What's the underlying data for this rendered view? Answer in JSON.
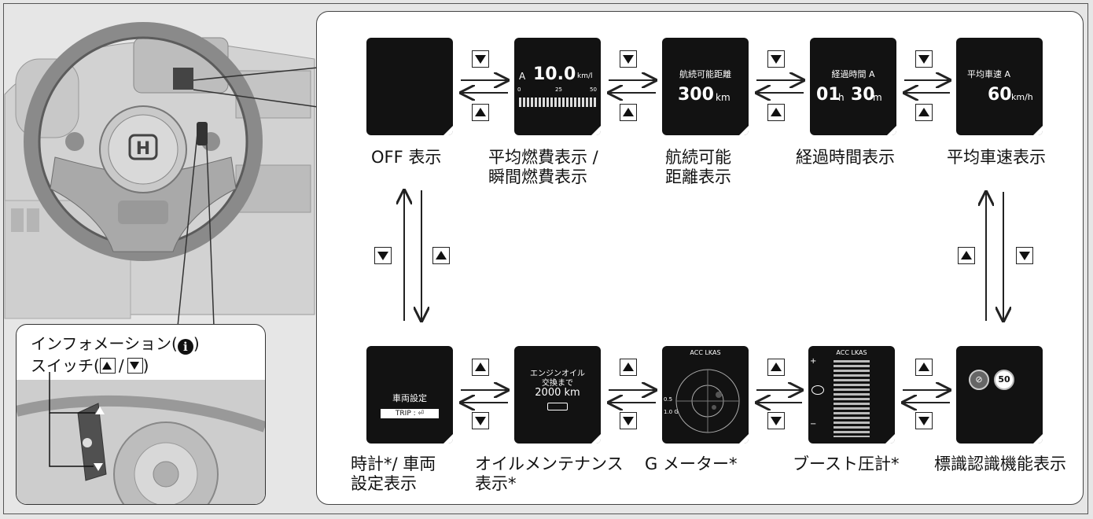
{
  "flow": {
    "top": [
      {
        "id": "off",
        "caption": [
          "OFF 表示"
        ]
      },
      {
        "id": "fuel",
        "caption": [
          "平均燃費表示 /",
          "瞬間燃費表示"
        ],
        "screen": {
          "label": "A",
          "value": "10.0",
          "unit": "km/l",
          "scale": [
            "0",
            "25",
            "50"
          ]
        }
      },
      {
        "id": "range",
        "caption": [
          "航続可能",
          "距離表示"
        ],
        "screen": {
          "title": "航続可能距離",
          "value": "300",
          "unit": "km"
        }
      },
      {
        "id": "elapsed",
        "caption": [
          "経過時間表示"
        ],
        "screen": {
          "title": "経過時間 A",
          "hours": "01",
          "h_unit": "h",
          "minutes": "30",
          "m_unit": "m"
        }
      },
      {
        "id": "speed",
        "caption": [
          "平均車速表示"
        ],
        "screen": {
          "title": "平均車速 A",
          "value": "60",
          "unit": "km/h"
        }
      }
    ],
    "bottom": [
      {
        "id": "clock",
        "caption": [
          "時計*/ 車両",
          "設定表示"
        ],
        "screen": {
          "title": "車両設定",
          "button": "TRIP : ⏎"
        }
      },
      {
        "id": "oil",
        "caption": [
          "オイルメンテナンス",
          "表示*"
        ],
        "screen": {
          "line1": "エンジンオイル",
          "line2": "交換まで",
          "value": "2000 km"
        }
      },
      {
        "id": "gmeter",
        "caption": [
          "G メーター*"
        ],
        "screen": {
          "header": "ACC  LKAS",
          "tick1": "0.5",
          "tick2": "1.0 G"
        }
      },
      {
        "id": "boost",
        "caption": [
          "ブースト圧計*"
        ],
        "screen": {
          "header": "ACC  LKAS",
          "plus": "+",
          "minus": "−"
        }
      },
      {
        "id": "sign",
        "caption": [
          "標識認識機能表示"
        ],
        "screen": {
          "limit": "50"
        }
      }
    ]
  },
  "callout": {
    "line1": "インフォメーション(",
    "line1_end": ")",
    "info_glyph": "i",
    "line2": "スイッチ(",
    "sep": "/",
    "line2_end": ")"
  },
  "icons": [
    "up-button-icon",
    "down-button-icon",
    "info-icon",
    "steering-wheel"
  ],
  "colors": {
    "panel": "#e6e6e6",
    "screen": "#121212",
    "border": "#444444"
  }
}
